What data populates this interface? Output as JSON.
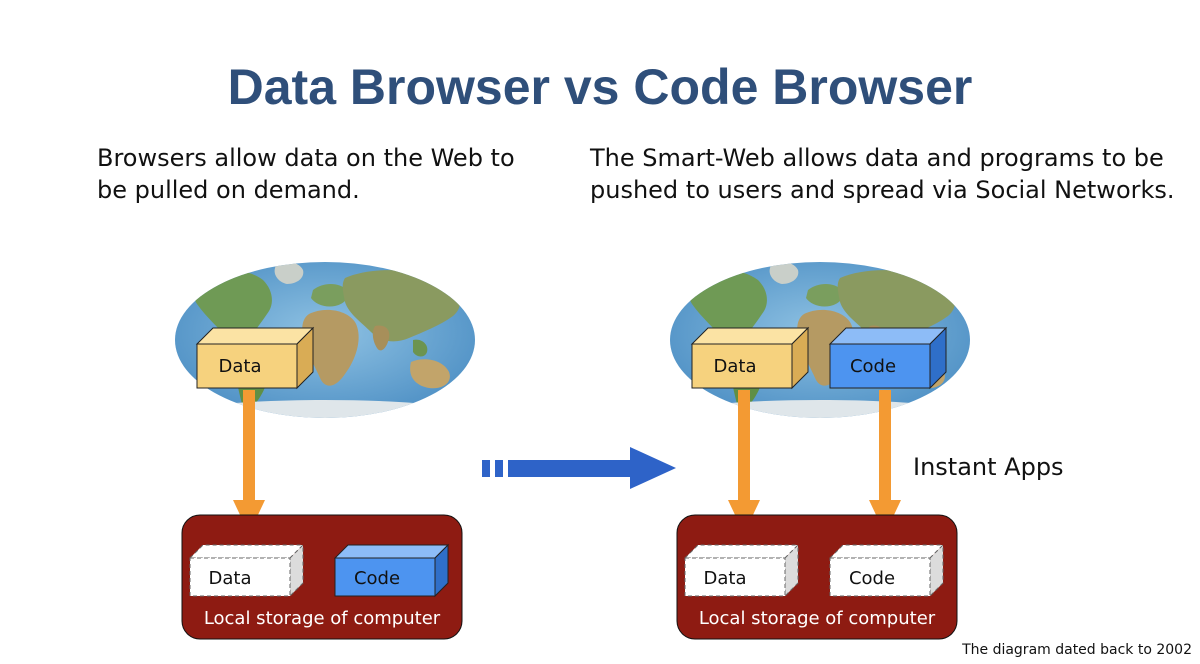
{
  "title": "Data Browser vs Code Browser",
  "left": {
    "description_lines": [
      "Browsers allow data on the Web to",
      "be pulled on demand."
    ],
    "globe_box_label": "Data",
    "storage_labels": [
      "Data",
      "Code"
    ],
    "storage_caption": "Local storage of computer"
  },
  "right": {
    "description_lines": [
      "The Smart-Web allows data and programs to be",
      "pushed to users and spread via Social Networks."
    ],
    "globe_box_labels": [
      "Data",
      "Code"
    ],
    "arrow_annotation": "Instant Apps",
    "storage_labels": [
      "Data",
      "Code"
    ],
    "storage_caption": "Local storage of computer"
  },
  "footnote": "The diagram dated back to 2002",
  "colors": {
    "title": "#2f4f7a",
    "data_box": "#f6d27e",
    "code_box": "#4d94f0",
    "storage": "#8e1b12",
    "arrow_orange": "#f39a33",
    "arrow_blue": "#2e63c8"
  }
}
